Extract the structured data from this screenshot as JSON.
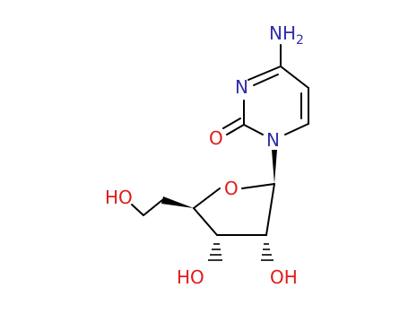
{
  "molecule": {
    "atoms": {
      "amino": {
        "label": "NH",
        "subscript": "2",
        "element": "N"
      },
      "ring_n3": {
        "label": "N",
        "element": "N"
      },
      "carbonyl_o": {
        "label": "O",
        "element": "O"
      },
      "ring_n1": {
        "label": "N",
        "element": "N"
      },
      "ring_o": {
        "label": "O",
        "element": "O"
      },
      "ch2oh": {
        "label": "HO",
        "element": "O"
      },
      "oh_c3": {
        "label": "HO",
        "element": "O"
      },
      "oh_c2": {
        "label": "OH",
        "element": "O"
      }
    },
    "colors": {
      "N": "#2e2ea8",
      "O": "#e11a1a",
      "bond": "#000000",
      "background": "#ffffff"
    }
  }
}
